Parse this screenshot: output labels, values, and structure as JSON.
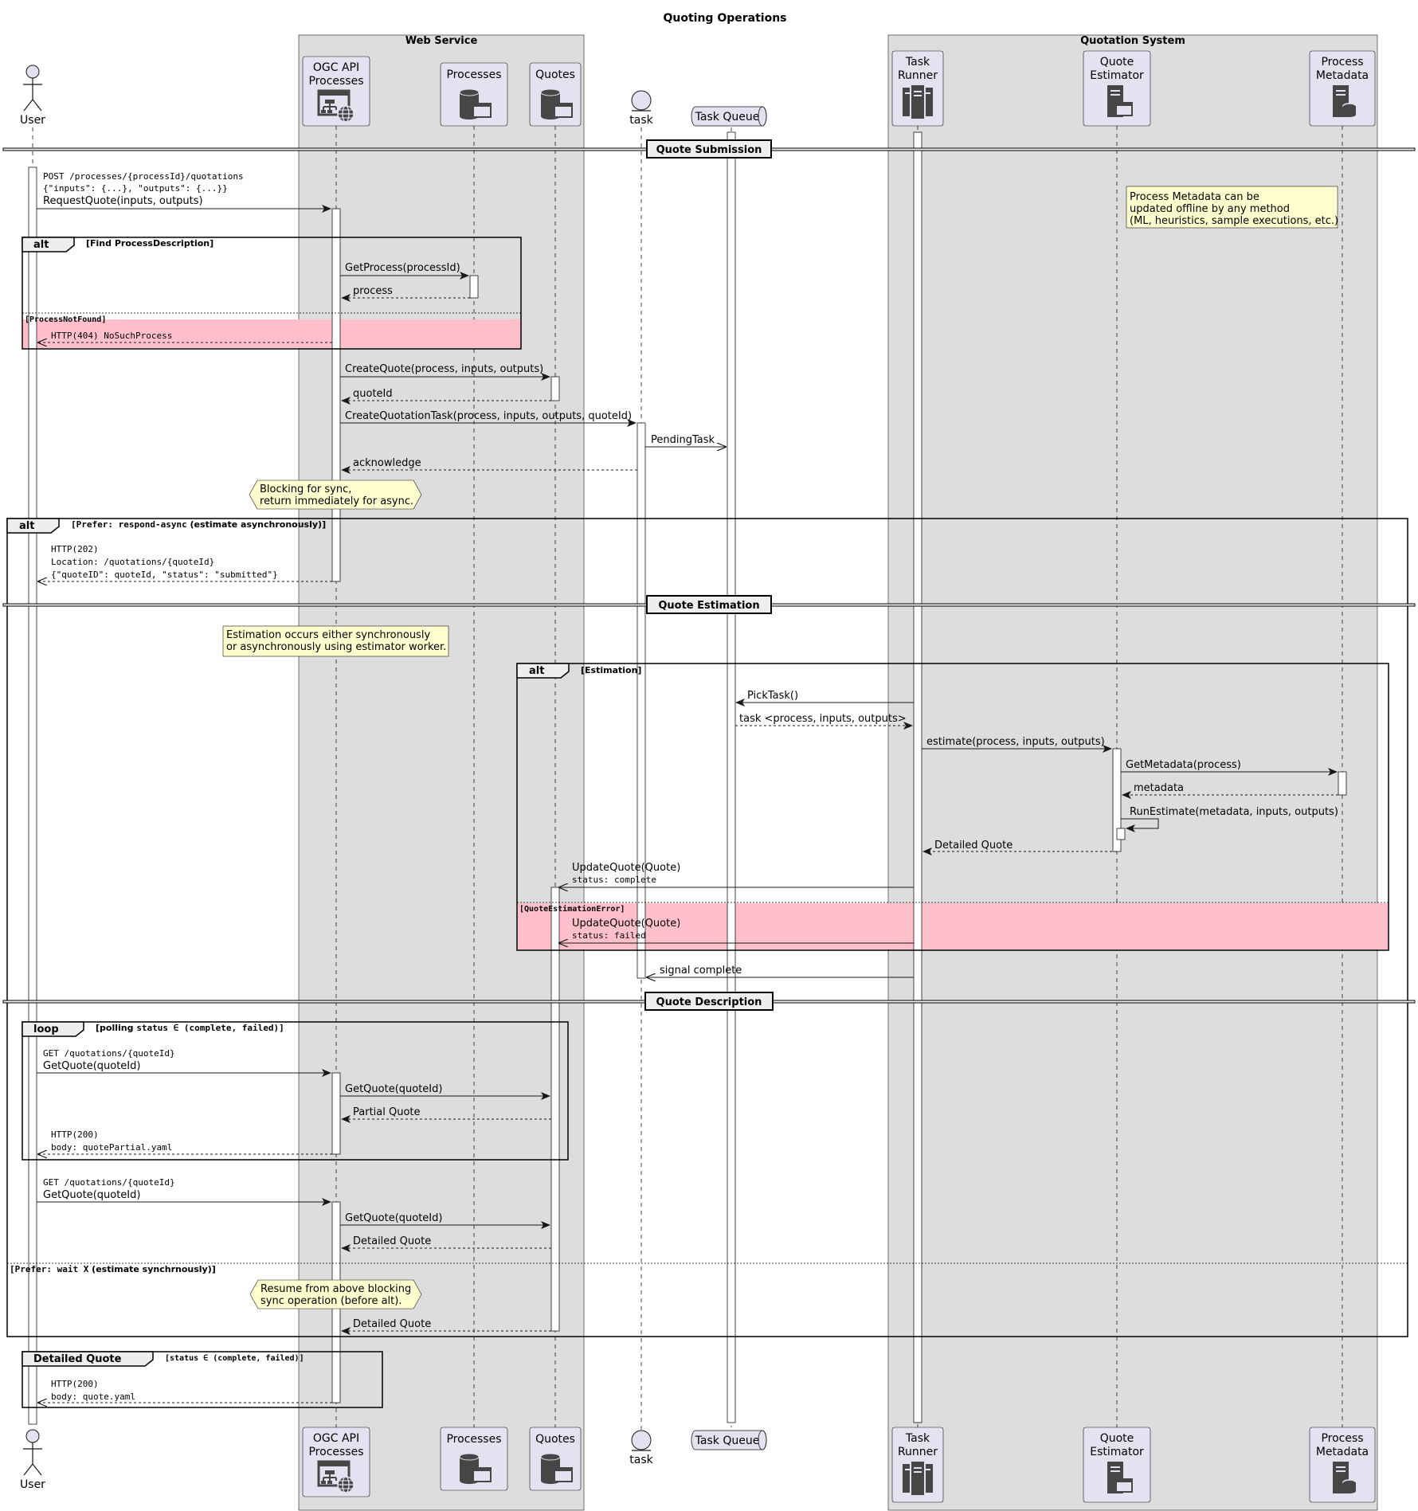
{
  "title": "Quoting Operations",
  "boxes": {
    "web": "Web Service",
    "quotation": "Quotation System"
  },
  "participants": {
    "user": "User",
    "ogc": [
      "OGC API",
      "Processes"
    ],
    "processes": "Processes",
    "quotes": "Quotes",
    "task": "task",
    "queue": "Task Queue",
    "runner": [
      "Task",
      "Runner"
    ],
    "estimator": [
      "Quote",
      "Estimator"
    ],
    "metadata": [
      "Process",
      "Metadata"
    ]
  },
  "dividers": {
    "submission": "Quote Submission",
    "estimation": "Quote Estimation",
    "description": "Quote Description"
  },
  "frames": {
    "alt_find": {
      "keyword": "alt",
      "guard": "[Find ProcessDescription]",
      "else_guard": "[ProcessNotFound]"
    },
    "alt_prefer": {
      "keyword": "alt",
      "guard_mono": "[Prefer: respond-async",
      "guard_bold": " (estimate asynchronously)]",
      "else_guard_mono": "[Prefer: wait X",
      "else_guard_bold": " (estimate synchrnously)]"
    },
    "alt_estimation": {
      "keyword": "alt",
      "guard": "[Estimation]",
      "else_guard": "[QuoteEstimationError]"
    },
    "loop_polling": {
      "keyword": "loop",
      "guard_bold": "[polling ",
      "guard_mono": "status ∈ (complete, failed)]"
    },
    "detailed_quote": {
      "keyword": "Detailed Quote",
      "guard": "[status ∈ (complete, failed)]"
    }
  },
  "messages": {
    "m1": [
      "POST /processes/{processId}/quotations",
      "{\"inputs\": {...}, \"outputs\": {...}}",
      "RequestQuote(inputs, outputs)"
    ],
    "m2": "GetProcess(processId)",
    "m3": "process",
    "m4": "HTTP(404) NoSuchProcess",
    "m5": "CreateQuote(process, inputs, outputs)",
    "m6": "quoteId",
    "m7": "CreateQuotationTask(process, inputs, outputs, quoteId)",
    "m8": "PendingTask",
    "m9": "acknowledge",
    "m10": [
      "HTTP(202)",
      "Location: /quotations/{quoteId}",
      "{\"quoteID\": quoteId, \"status\": \"submitted\"}"
    ],
    "m11": "PickTask()",
    "m12": "task <process, inputs, outputs>",
    "m13": "estimate(process, inputs, outputs)",
    "m14": "GetMetadata(process)",
    "m15": "metadata",
    "m16": "RunEstimate(metadata, inputs, outputs)",
    "m17": "Detailed Quote",
    "m18": [
      "UpdateQuote(Quote)",
      "status: complete"
    ],
    "m19": [
      "UpdateQuote(Quote)",
      "status: failed"
    ],
    "m20": "signal complete",
    "m21": [
      "GET /quotations/{quoteId}",
      "GetQuote(quoteId)"
    ],
    "m22": "GetQuote(quoteId)",
    "m23": "Partial Quote",
    "m24": [
      "HTTP(200)",
      "body: quotePartial.yaml"
    ],
    "m25": [
      "GET /quotations/{quoteId}",
      "GetQuote(quoteId)"
    ],
    "m26": "GetQuote(quoteId)",
    "m27": "Detailed Quote",
    "m28": "Detailed Quote",
    "m29": [
      "HTTP(200)",
      "body: quote.yaml"
    ]
  },
  "notes": {
    "metadata_note": [
      "Process Metadata can be",
      "updated offline by any method",
      "(ML, heuristics, sample executions, etc.)"
    ],
    "blocking_note": [
      "Blocking for sync,",
      "return immediately for async."
    ],
    "estimation_note": [
      "Estimation occurs either synchronously",
      "or asynchronously using estimator worker."
    ],
    "resume_note": [
      "Resume from above blocking",
      "sync operation (before alt)."
    ]
  },
  "colors": {
    "participant_fill": "#e2e2f0",
    "box_fill": "#dddddd",
    "note_fill": "#fefece",
    "else_fill": "#ffc0cb",
    "icon_fill": "#454645"
  }
}
